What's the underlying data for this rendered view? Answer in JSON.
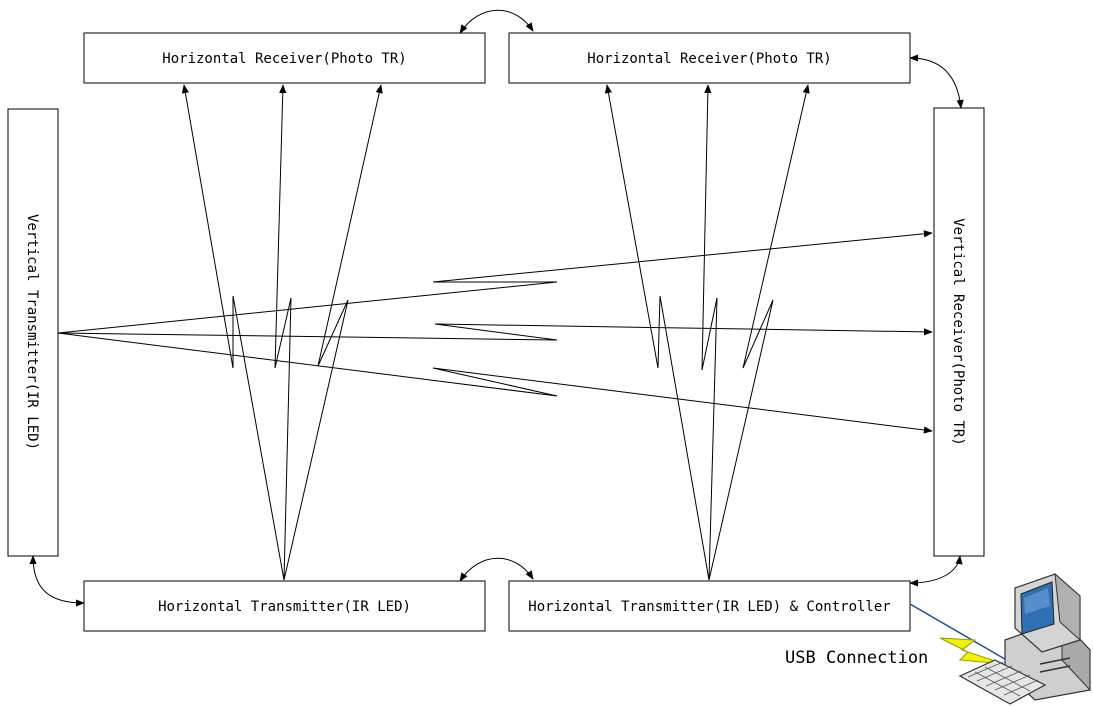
{
  "boxes": {
    "top_left": "Horizontal Receiver(Photo TR)",
    "top_right": "Horizontal Receiver(Photo TR)",
    "left": "Vertical Transmitter(IR LED)",
    "right": "Vertical Receiver(Photo TR)",
    "bottom_left": "Horizontal Transmitter(IR LED)",
    "bottom_right": "Horizontal Transmitter(IR LED) & Controller"
  },
  "usb_label": "USB Connection",
  "icons": {
    "computer": "desktop-computer-icon",
    "usb_link": "lightning-bolt-icon"
  },
  "colors": {
    "line": "#000000",
    "usb_bolt": "#f2f200",
    "usb_cable": "#1f4e9e",
    "monitor_screen": "#2f6fb3"
  }
}
